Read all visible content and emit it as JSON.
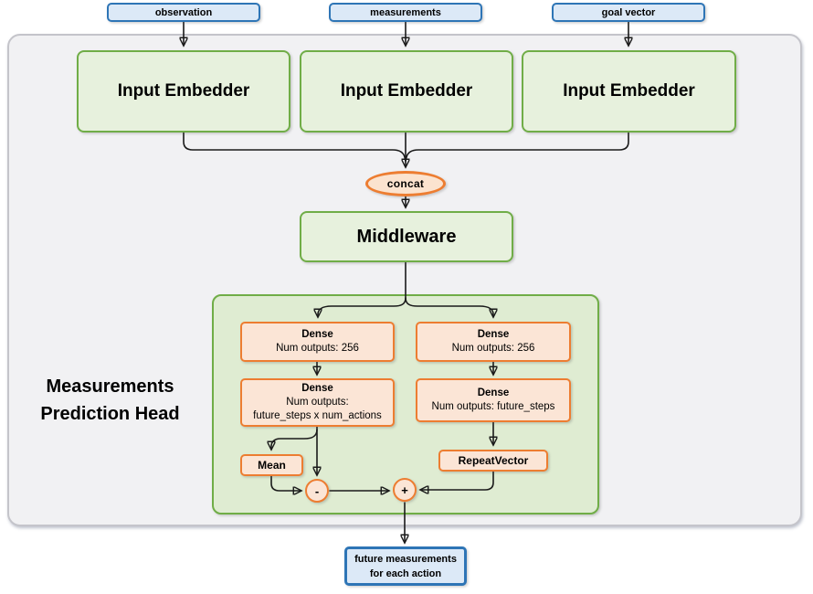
{
  "diagram": {
    "inputs": [
      {
        "label": "observation"
      },
      {
        "label": "measurements"
      },
      {
        "label": "goal vector"
      }
    ],
    "embedders": [
      {
        "label": "Input Embedder"
      },
      {
        "label": "Input Embedder"
      },
      {
        "label": "Input Embedder"
      }
    ],
    "concat": {
      "label": "concat"
    },
    "middleware": {
      "label": "Middleware"
    },
    "head": {
      "title": {
        "line1": "Measurements",
        "line2": "Prediction Head"
      },
      "dense_action_1": {
        "title": "Dense",
        "line2": "Num outputs: 256"
      },
      "dense_action_2": {
        "title": "Dense",
        "line2": "Num outputs:",
        "line3": "future_steps x num_actions"
      },
      "dense_measure_1": {
        "title": "Dense",
        "line2": "Num outputs: 256"
      },
      "dense_measure_2": {
        "title": "Dense",
        "line2": "Num outputs: future_steps"
      },
      "mean": {
        "label": "Mean"
      },
      "repeat_vector": {
        "label": "RepeatVector"
      },
      "subtract": {
        "label": "-"
      },
      "add": {
        "label": "+"
      }
    },
    "output": {
      "line1": "future measurements",
      "line2": "for each action"
    }
  },
  "colors": {
    "blue_border": "#2E75B6",
    "blue_fill": "#DCE9F7",
    "green_border": "#70AD47",
    "green_fill": "#E7F1DD",
    "head_container_fill": "#DFECD2",
    "orange_border": "#ED7D31",
    "orange_fill": "#FBE5D6",
    "line": "#1a1a1a",
    "panel_fill": "#F1F1F3",
    "panel_border": "#C4C4CA"
  }
}
